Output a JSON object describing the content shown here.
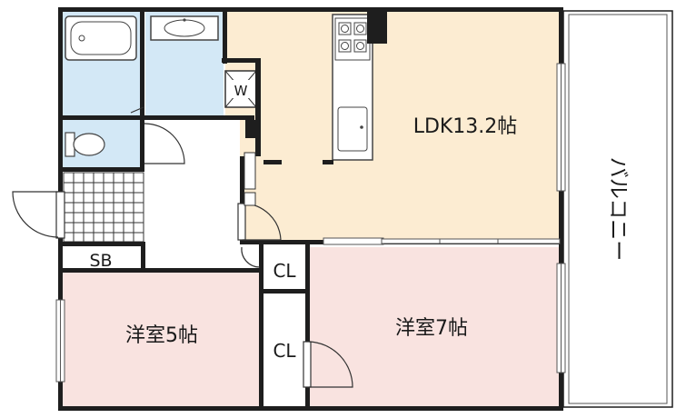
{
  "rooms": {
    "ldk": "LDK13.2帖",
    "western_room_7": "洋室7帖",
    "western_room_5": "洋室5帖",
    "closet_small": "CL",
    "closet_large": "CL",
    "shoe_box": "SB",
    "washer_space": "W",
    "balcony": "バルコニー"
  },
  "colors": {
    "wall": "#1e1e1e",
    "ldk_floor": "#fcecd2",
    "bedroom_floor": "#f9e3e0",
    "wet_area_floor": "#d3e8f6",
    "hall_floor": "#ffffff"
  }
}
